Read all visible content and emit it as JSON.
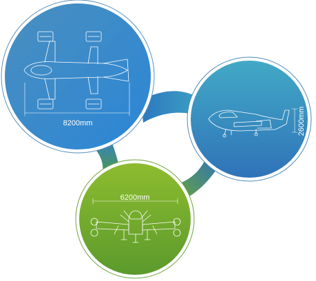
{
  "panels": {
    "top_view": {
      "dimension_label": "8200mm"
    },
    "side_view": {
      "dimension_label": "2600mm"
    },
    "front_view": {
      "dimension_label": "6200mm"
    }
  },
  "colors": {
    "blue_light": "#3d9bd3",
    "blue_dark": "#2c6fb3",
    "teal": "#3fa6bf",
    "green_light": "#86b62c",
    "green_dark": "#5c9a2a",
    "ring": "#ffffff",
    "ring_outline": "#4a89b8",
    "drawing": "#ffffff"
  },
  "icons": [
    "aircraft-top-view-icon",
    "aircraft-side-view-icon",
    "aircraft-front-view-icon"
  ]
}
